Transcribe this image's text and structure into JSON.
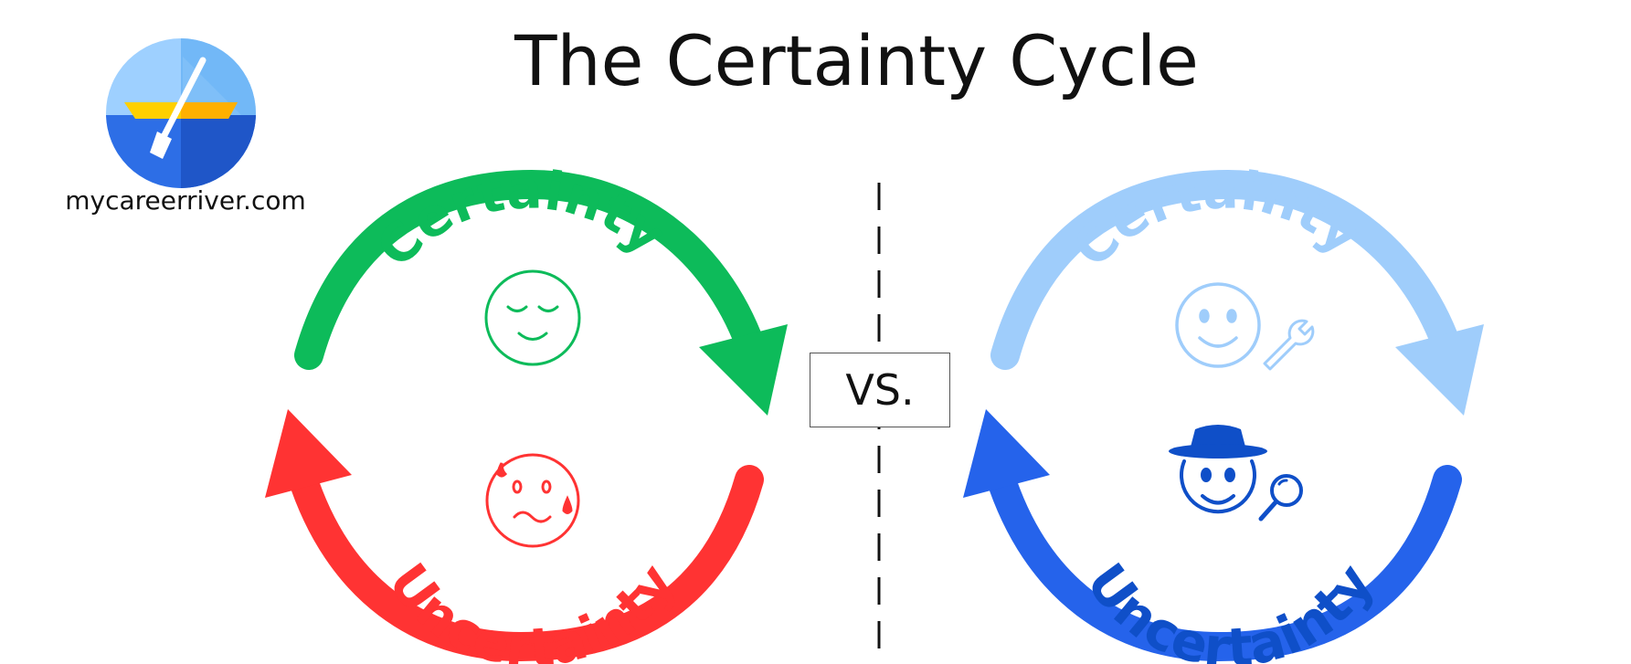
{
  "title": "The Certainty Cycle",
  "site": "mycareerriver.com",
  "vs_label": "VS.",
  "left_cycle": {
    "top_label": "Certainty",
    "bottom_label": "Uncertainty",
    "top_color": "#0dbb5a",
    "bottom_color": "#ff3333",
    "top_icon": "content-face-icon",
    "bottom_icon": "worried-sweating-face-icon"
  },
  "right_cycle": {
    "top_label": "Certainty",
    "bottom_label": "Uncertainty",
    "top_color": "#9fcdfb",
    "bottom_color": "#2563eb",
    "top_icon": "smiling-face-with-wrench-icon",
    "bottom_icon": "detective-face-with-magnifier-icon"
  },
  "logo": {
    "sky_color": "#9ed0ff",
    "water_color": "#2d6ee6",
    "boat_color": "#ffd000",
    "icon": "rowboat-oar-logo"
  }
}
